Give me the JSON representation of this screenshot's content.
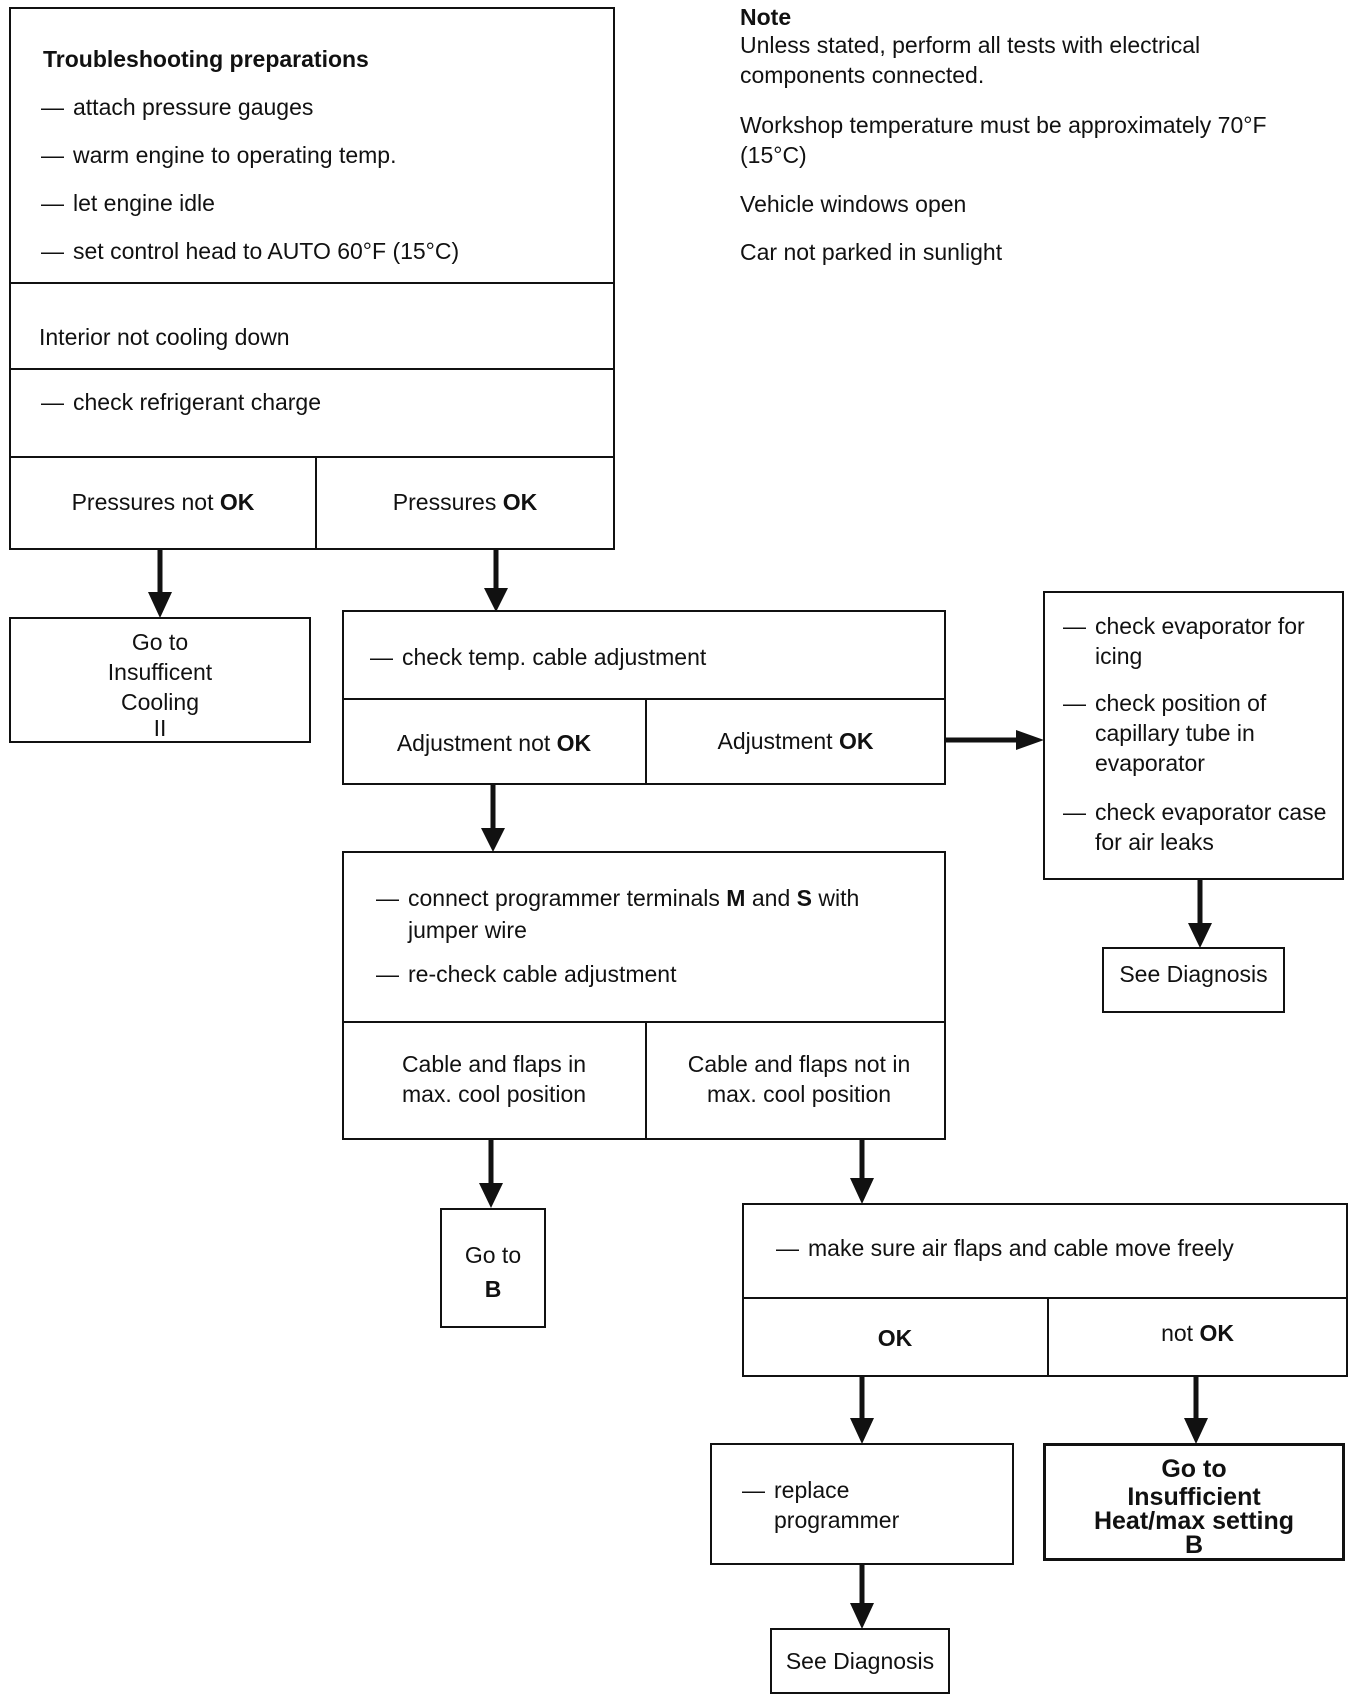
{
  "note": {
    "title": "Note",
    "lines": [
      "Unless stated, perform all tests with electrical components connected.",
      "Workshop temperature must be approximately 70°F (15°C)",
      "Vehicle windows open",
      "Car not parked in sunlight"
    ]
  },
  "prep": {
    "title": "Troubleshooting preparations",
    "items": [
      "attach pressure gauges",
      "warm engine to operating temp.",
      "let engine idle",
      "set control head to AUTO 60°F (15°C)"
    ]
  },
  "symptom": "Interior not cooling down",
  "check_charge": "check refrigerant charge",
  "pressures": {
    "not_ok_prefix": "Pressures not",
    "ok_prefix": "Pressures",
    "ok_word": "OK"
  },
  "goto_insufficient_cooling": {
    "line1": "Go to",
    "line2": "Insufficent",
    "line3": "Cooling",
    "line4": "II"
  },
  "temp_cable": {
    "check": "check temp. cable adjustment",
    "not_ok_prefix": "Adjustment not",
    "ok_prefix": "Adjustment",
    "ok_word": "OK"
  },
  "evaporator": {
    "items": [
      "check evaporator for icing",
      "check position of capillary tube in evaporator",
      "check evaporator case for air leaks"
    ],
    "see_diagnosis": "See Diagnosis"
  },
  "programmer": {
    "connect_part1": "connect programmer terminals",
    "terminal_m": "M",
    "and": "and",
    "terminal_s": "S",
    "with": "with",
    "connect_part2": "jumper wire",
    "recheck": "re-check cable adjustment",
    "max_cool": "Cable and flaps in max. cool position",
    "not_max_cool": "Cable and flaps not in max. cool position"
  },
  "goto_b": {
    "line1": "Go to",
    "line2": "B"
  },
  "air_flaps": {
    "check": "make sure air flaps and cable move freely",
    "ok": "OK",
    "not_prefix": "not",
    "not_ok_word": "OK"
  },
  "replace": {
    "line1": "replace",
    "line2": "programmer"
  },
  "goto_heat": {
    "line1": "Go to",
    "line2": "Insufficient",
    "line3": "Heat/max setting",
    "line4": "B"
  },
  "see_diagnosis_bottom": "See Diagnosis"
}
